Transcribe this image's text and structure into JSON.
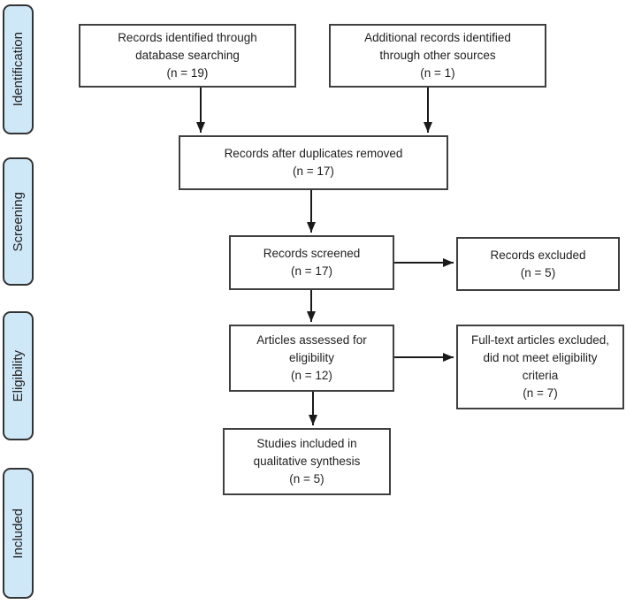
{
  "sidebar": {
    "stages": [
      {
        "label": "Identification"
      },
      {
        "label": "Screening"
      },
      {
        "label": "Eligibility"
      },
      {
        "label": "Included"
      }
    ]
  },
  "boxes": {
    "records_identified": {
      "text": "Records identified through\ndatabase searching\n(n = 19)",
      "n": 19
    },
    "additional_records": {
      "text": "Additional records identified\nthrough other sources\n(n = 1)",
      "n": 1
    },
    "after_duplicates": {
      "text": "Records after duplicates removed\n(n = 17)",
      "n": 17
    },
    "records_screened": {
      "text": "Records screened\n(n = 17)",
      "n": 17
    },
    "records_excluded": {
      "text": "Records excluded\n(n = 5)",
      "n": 5
    },
    "articles_assessed": {
      "text": "Articles assessed for\neligibility\n(n = 12)",
      "n": 12
    },
    "fulltext_excluded": {
      "text": "Full-text articles excluded,\ndid not meet eligibility\ncriteria\n(n = 7)",
      "n": 7
    },
    "studies_included": {
      "text": "Studies included in\nqualitative synthesis\n(n = 5)",
      "n": 5
    }
  },
  "colors": {
    "stage_fill": "#cfe8f8",
    "stage_border": "#333333",
    "box_border": "#3f3f3f",
    "arrow": "#1a1a1a"
  }
}
